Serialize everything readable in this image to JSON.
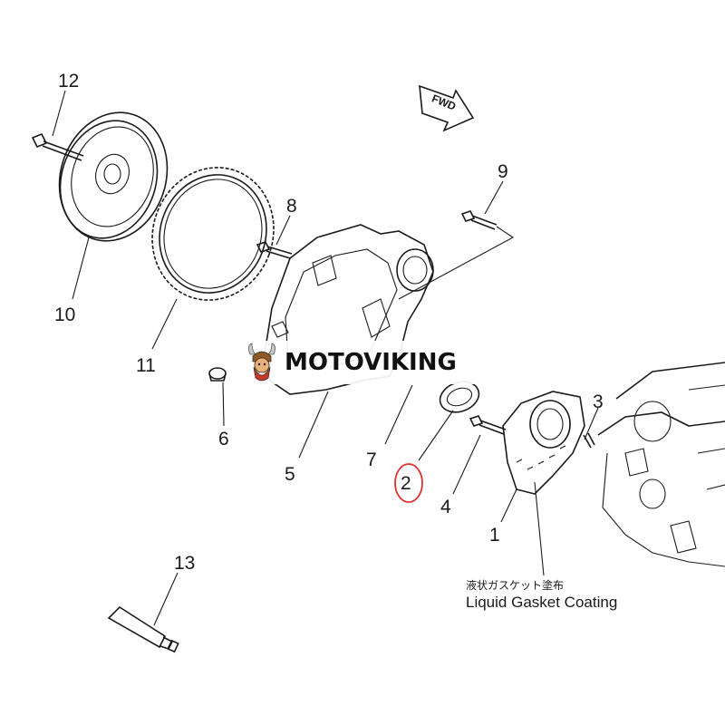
{
  "callouts": [
    {
      "num": "12"
    },
    {
      "num": "10"
    },
    {
      "num": "11"
    },
    {
      "num": "8"
    },
    {
      "num": "9"
    },
    {
      "num": "6"
    },
    {
      "num": "5"
    },
    {
      "num": "7"
    },
    {
      "num": "2"
    },
    {
      "num": "4"
    },
    {
      "num": "3"
    },
    {
      "num": "1"
    },
    {
      "num": "13"
    }
  ],
  "direction_arrow": {
    "label": "FWD"
  },
  "note": {
    "japanese": "液状ガスケット塗布",
    "english": "Liquid Gasket Coating"
  },
  "watermark": {
    "text": "MOTOVIKING"
  },
  "highlight": {
    "target": "2",
    "color": "#e03030"
  }
}
